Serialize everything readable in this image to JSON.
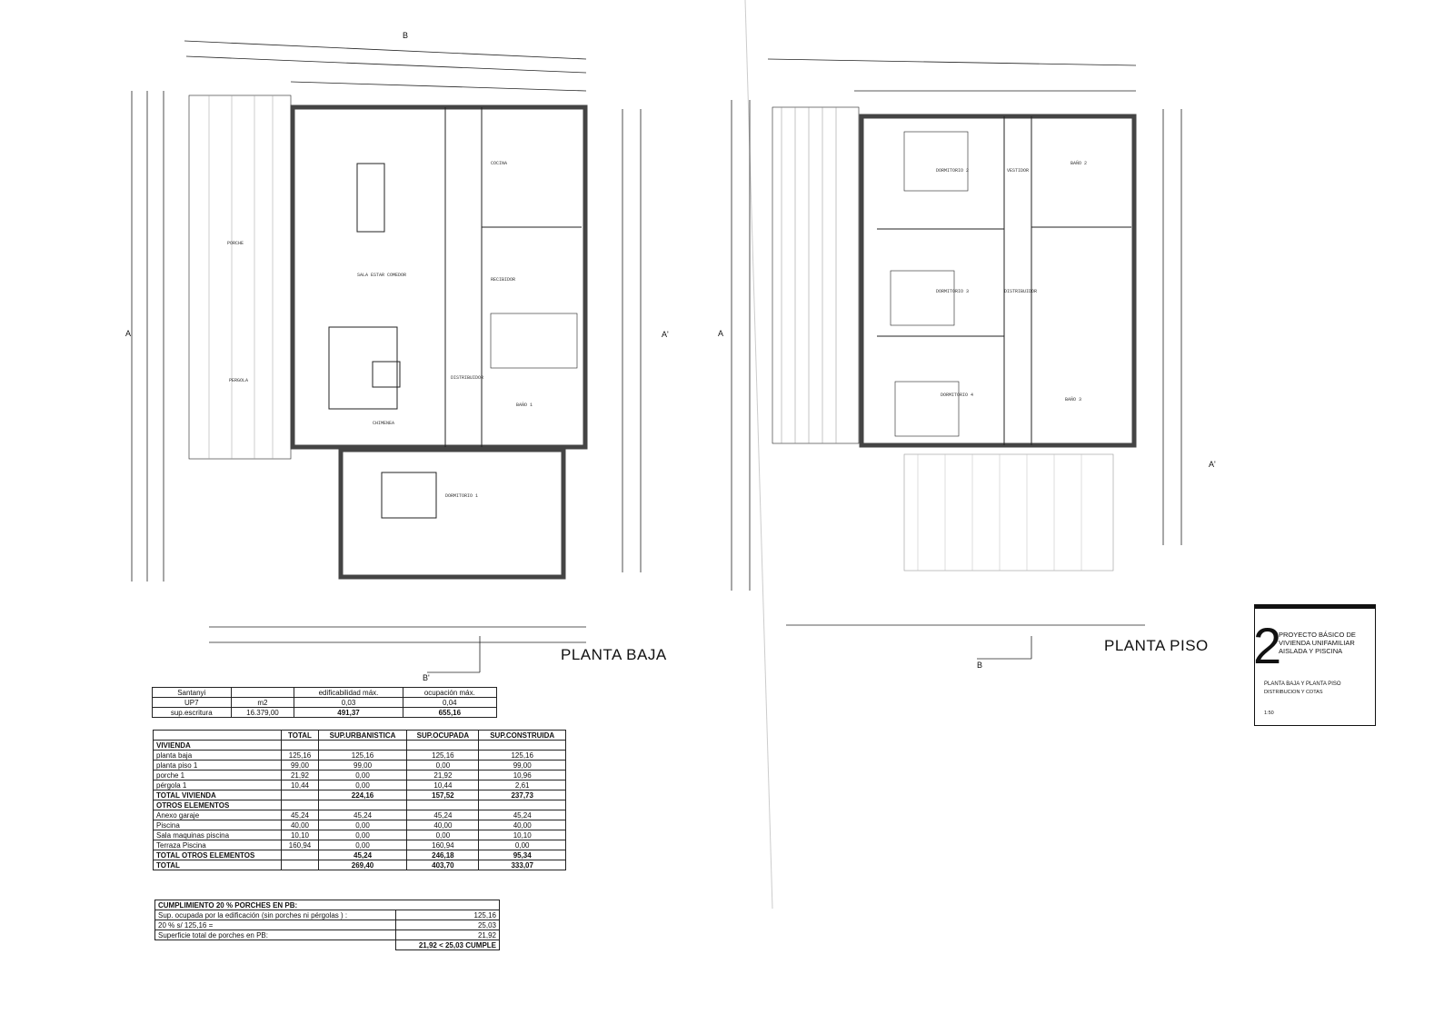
{
  "ground_floor": {
    "title": "PLANTA BAJA",
    "section_a": "A",
    "section_a2": "A'",
    "section_b": "B",
    "section_b2": "B'",
    "rooms": [
      "PORCHE",
      "PERGOLA",
      "SALA ESTAR COMEDOR",
      "COCINA",
      "RECIBIDOR",
      "DISTRIBUIDOR",
      "BAÑO 1",
      "DORMITORIO 1",
      "CHIMENEA"
    ]
  },
  "upper_floor": {
    "title": "PLANTA PISO",
    "section_a": "A",
    "section_a2": "A'",
    "section_b": "B",
    "rooms": [
      "DORMITORIO 2",
      "VESTIDOR",
      "BAÑO 2",
      "DORMITORIO 3",
      "DISTRIBUIDOR",
      "DORMITORIO 4",
      "BAÑO 3"
    ]
  },
  "title_block": {
    "number": "2",
    "project": "PROYECTO BÁSICO DE VIVIENDA UNIFAMILIAR AISLADA Y PISCINA",
    "plan": "PLANTA BAJA Y PLANTA PISO",
    "subtitle": "DISTRIBUCION Y COTAS",
    "scale": "1:50"
  },
  "site_table": {
    "rows": [
      [
        "Santanyi",
        "",
        "edificabilidad máx.",
        "ocupación máx."
      ],
      [
        "UP7",
        "m2",
        "0,03",
        "0,04"
      ],
      [
        "sup.escritura",
        "16.379,00",
        "491,37",
        "655,16"
      ]
    ]
  },
  "area_table": {
    "headers": [
      "",
      "TOTAL",
      "SUP.URBANISTICA",
      "SUP.OCUPADA",
      "SUP.CONSTRUIDA"
    ],
    "rows": [
      [
        "VIVIENDA",
        "",
        "",
        "",
        ""
      ],
      [
        "planta baja",
        "125,16",
        "125,16",
        "125,16",
        "125,16"
      ],
      [
        "planta piso 1",
        "99,00",
        "99,00",
        "0,00",
        "99,00"
      ],
      [
        "porche 1",
        "21,92",
        "0,00",
        "21,92",
        "10,96"
      ],
      [
        "pérgola 1",
        "10,44",
        "0,00",
        "10,44",
        "2,61"
      ],
      [
        "TOTAL VIVIENDA",
        "",
        "224,16",
        "157,52",
        "237,73"
      ],
      [
        "OTROS ELEMENTOS",
        "",
        "",
        "",
        ""
      ],
      [
        "Anexo garaje",
        "45,24",
        "45,24",
        "45,24",
        "45,24"
      ],
      [
        "Piscina",
        "40,00",
        "0,00",
        "40,00",
        "40,00"
      ],
      [
        "Sala maquinas piscina",
        "10,10",
        "0,00",
        "0,00",
        "10,10"
      ],
      [
        "Terraza Piscina",
        "160,94",
        "0,00",
        "160,94",
        "0,00"
      ],
      [
        "TOTAL OTROS ELEMENTOS",
        "",
        "45,24",
        "246,18",
        "95,34"
      ],
      [
        "TOTAL",
        "",
        "269,40",
        "403,70",
        "333,07"
      ]
    ]
  },
  "porch_table": {
    "header": "CUMPLIMIENTO 20 % PORCHES EN PB:",
    "rows": [
      [
        "Sup. ocupada por la edificación (sin porches ni pérgolas ) :",
        "125,16"
      ],
      [
        "20 % s/ 125,16 =",
        "25,03"
      ],
      [
        "Superficie total de porches en PB:",
        "21,92"
      ]
    ],
    "result": "21,92 < 25,03 CUMPLE"
  }
}
